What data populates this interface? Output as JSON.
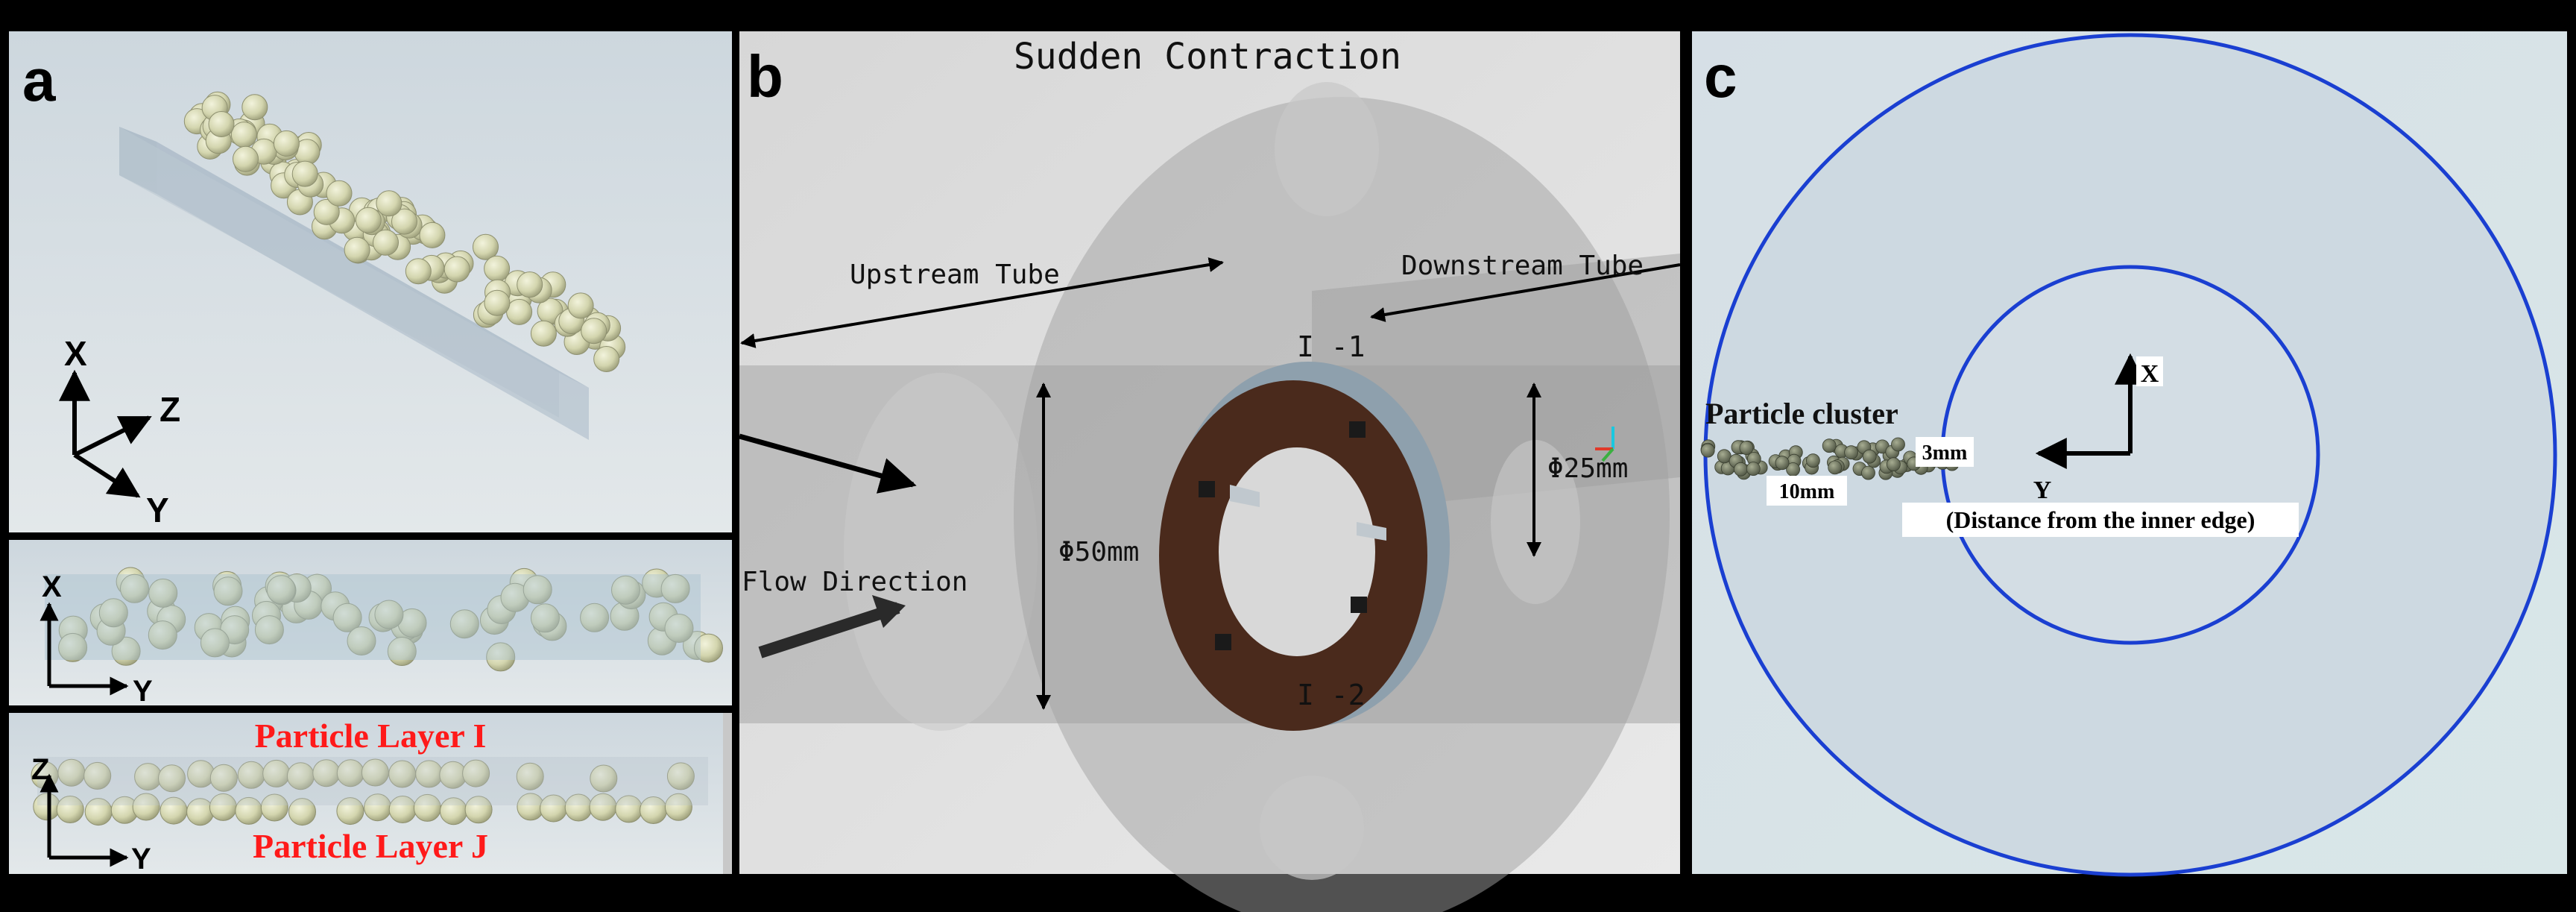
{
  "panel_a": {
    "letter": "a",
    "axis_top": {
      "x": "X",
      "y": "Y",
      "z": "Z"
    },
    "axis_mid": {
      "x": "X",
      "y": "Y"
    },
    "axis_bot": {
      "z": "Z",
      "y": "Y"
    },
    "layer_i": "Particle Layer I",
    "layer_j": "Particle Layer J"
  },
  "panel_b": {
    "letter": "b",
    "title": "Sudden Contraction",
    "upstream": "Upstream Tube",
    "downstream": "Downstream Tube",
    "i1": "I -1",
    "i2": "I -2",
    "d50": "Φ50mm",
    "d25": "Φ25mm",
    "flow": "Flow Direction"
  },
  "panel_c": {
    "letter": "c",
    "axis_x": "X",
    "axis_y": "Y",
    "cluster": "Particle cluster",
    "dim_3mm": "3mm",
    "dim_10mm": "10mm",
    "note": "(Distance from the inner edge)"
  },
  "colors": {
    "particle": "#d3d5ae",
    "ring_blue": "#1a3fd1",
    "label_red": "#ff1a1a",
    "ring_brown": "#4a2a1c"
  }
}
